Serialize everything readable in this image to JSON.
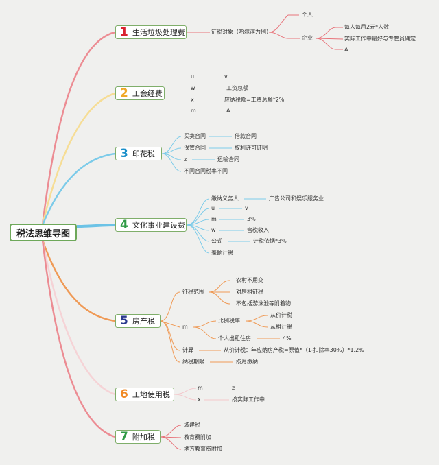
{
  "root": "税法思维导图",
  "branches": [
    {
      "num": "1",
      "title": "生活垃圾处理费",
      "color": "#e8737a",
      "num_color": "#d9232f"
    },
    {
      "num": "2",
      "title": "工会经费",
      "color": "#f5d98b",
      "num_color": "#f0a828"
    },
    {
      "num": "3",
      "title": "印花税",
      "color": "#6cc3e6",
      "num_color": "#1a8fc9"
    },
    {
      "num": "4",
      "title": "文化事业建设费",
      "color": "#6cc3e6",
      "num_color": "#2f9a45"
    },
    {
      "num": "5",
      "title": "房产税",
      "color": "#ef9a56",
      "num_color": "#2b3a8f"
    },
    {
      "num": "6",
      "title": "工地使用税",
      "color": "#f3c7cb",
      "num_color": "#f08a26"
    },
    {
      "num": "7",
      "title": "附加税",
      "color": "#e8737a",
      "num_color": "#2f9a45"
    }
  ],
  "b1": {
    "object": "征税对象（哈尔滨为例）",
    "personal": "个人",
    "enterprise": "企业",
    "e1": "每人每月2元*人数",
    "e2": "实际工作中最好与专管员确定",
    "e3": "A"
  },
  "b2": {
    "u": "u",
    "v": "v",
    "w": "w",
    "w_val": "工资总额",
    "x": "x",
    "x_val": "应纳税额=工资总额*2%",
    "m": "m",
    "m_val": "A"
  },
  "b3": {
    "l1": "买卖合同",
    "r1": "借款合同",
    "l2": "保管合同",
    "r2": "权利许可证明",
    "l3": "z",
    "r3": "运输合同",
    "l4": "不同合同税率不同"
  },
  "b4": {
    "l1": "缴纳义务人",
    "r1": "广告公司和娱乐服务业",
    "l2": "u",
    "r2": "v",
    "l3": "m",
    "r3": "3%",
    "l4": "w",
    "r4": "含税收入",
    "l5": "公式",
    "r5": "计税依据*3%",
    "l6": "差额计税"
  },
  "b5": {
    "scope": "征税范围",
    "s1": "农村不用交",
    "s2": "对房租征税",
    "s3": "不包括游泳池等附着物",
    "m": "m",
    "rate": "比例税率",
    "rate1": "从价计税",
    "rate2": "从租计税",
    "personal_rent": "个人出租住房",
    "personal_rate": "4%",
    "calc": "计算",
    "calc_val": "从价计税：年应纳房产税=原值*（1-扣除率30%）*1.2%",
    "period": "纳税期限",
    "period_val": "按月缴纳"
  },
  "b6": {
    "m": "m",
    "z": "z",
    "x": "x",
    "x_val": "按实际工作中"
  },
  "b7": {
    "i1": "城建税",
    "i2": "教育费附加",
    "i3": "地方教育费附加"
  }
}
